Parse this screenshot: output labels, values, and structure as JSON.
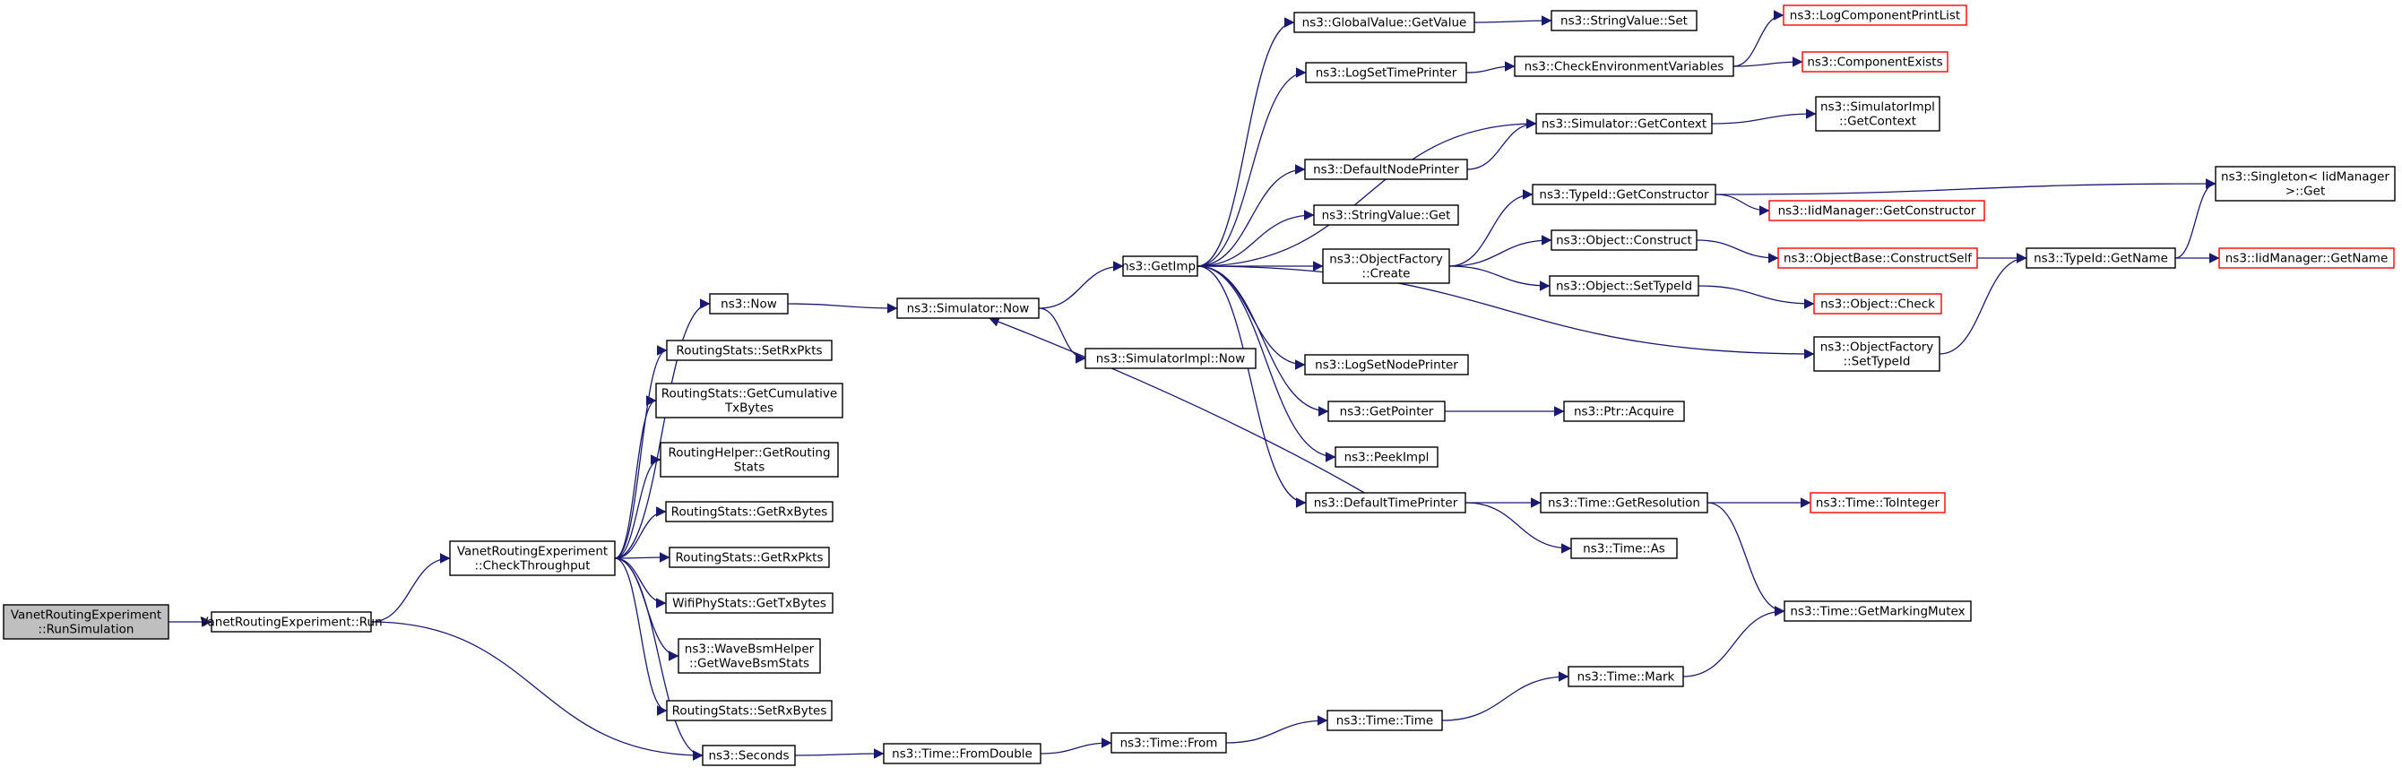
{
  "graph": {
    "edge_color": "#191970",
    "node_fill": "#ffffff",
    "root_fill": "#bfbfbf",
    "truncated_border": "#ff0000",
    "nodes": [
      {
        "id": "n0",
        "lines": [
          "VanetRoutingExperiment",
          "::RunSimulation"
        ],
        "style": "root"
      },
      {
        "id": "n1",
        "lines": [
          "VanetRoutingExperiment::Run"
        ],
        "style": "normal"
      },
      {
        "id": "n2",
        "lines": [
          "VanetRoutingExperiment",
          "::CheckThroughput"
        ],
        "style": "normal"
      },
      {
        "id": "n3",
        "lines": [
          "ns3::Seconds"
        ],
        "style": "normal"
      },
      {
        "id": "n4",
        "lines": [
          "ns3::Now"
        ],
        "style": "normal"
      },
      {
        "id": "n5",
        "lines": [
          "RoutingStats::SetRxPkts"
        ],
        "style": "normal"
      },
      {
        "id": "n6",
        "lines": [
          "RoutingStats::GetCumulative",
          "TxBytes"
        ],
        "style": "normal"
      },
      {
        "id": "n7",
        "lines": [
          "RoutingHelper::GetRouting",
          "Stats"
        ],
        "style": "normal"
      },
      {
        "id": "n8",
        "lines": [
          "RoutingStats::GetRxBytes"
        ],
        "style": "normal"
      },
      {
        "id": "n9",
        "lines": [
          "RoutingStats::GetRxPkts"
        ],
        "style": "normal"
      },
      {
        "id": "n10",
        "lines": [
          "WifiPhyStats::GetTxBytes"
        ],
        "style": "normal"
      },
      {
        "id": "n11",
        "lines": [
          "ns3::WaveBsmHelper",
          "::GetWaveBsmStats"
        ],
        "style": "normal"
      },
      {
        "id": "n12",
        "lines": [
          "RoutingStats::SetRxBytes"
        ],
        "style": "normal"
      },
      {
        "id": "n13",
        "lines": [
          "ns3::Simulator::Now"
        ],
        "style": "normal"
      },
      {
        "id": "n14",
        "lines": [
          "ns3::GetImpl"
        ],
        "style": "normal"
      },
      {
        "id": "n15",
        "lines": [
          "ns3::SimulatorImpl::Now"
        ],
        "style": "normal"
      },
      {
        "id": "n16",
        "lines": [
          "ns3::Time::FromDouble"
        ],
        "style": "normal"
      },
      {
        "id": "n17",
        "lines": [
          "ns3::Time::From"
        ],
        "style": "normal"
      },
      {
        "id": "n18",
        "lines": [
          "ns3::Time::Time"
        ],
        "style": "normal"
      },
      {
        "id": "n19",
        "lines": [
          "ns3::Time::Mark"
        ],
        "style": "normal"
      },
      {
        "id": "n20",
        "lines": [
          "ns3::GlobalValue::GetValue"
        ],
        "style": "normal"
      },
      {
        "id": "n21",
        "lines": [
          "ns3::LogSetTimePrinter"
        ],
        "style": "normal"
      },
      {
        "id": "n22",
        "lines": [
          "ns3::DefaultNodePrinter"
        ],
        "style": "normal"
      },
      {
        "id": "n23",
        "lines": [
          "ns3::StringValue::Get"
        ],
        "style": "normal"
      },
      {
        "id": "n24",
        "lines": [
          "ns3::ObjectFactory",
          "::Create"
        ],
        "style": "normal"
      },
      {
        "id": "n25",
        "lines": [
          "ns3::LogSetNodePrinter"
        ],
        "style": "normal"
      },
      {
        "id": "n26",
        "lines": [
          "ns3::GetPointer"
        ],
        "style": "normal"
      },
      {
        "id": "n27",
        "lines": [
          "ns3::PeekImpl"
        ],
        "style": "normal"
      },
      {
        "id": "n28",
        "lines": [
          "ns3::DefaultTimePrinter"
        ],
        "style": "normal"
      },
      {
        "id": "n29",
        "lines": [
          "ns3::StringValue::Set"
        ],
        "style": "normal"
      },
      {
        "id": "n30",
        "lines": [
          "ns3::CheckEnvironmentVariables"
        ],
        "style": "normal"
      },
      {
        "id": "n31",
        "lines": [
          "ns3::Simulator::GetContext"
        ],
        "style": "normal"
      },
      {
        "id": "n32",
        "lines": [
          "ns3::TypeId::GetConstructor"
        ],
        "style": "normal"
      },
      {
        "id": "n33",
        "lines": [
          "ns3::Object::Construct"
        ],
        "style": "normal"
      },
      {
        "id": "n34",
        "lines": [
          "ns3::Object::SetTypeId"
        ],
        "style": "normal"
      },
      {
        "id": "n35",
        "lines": [
          "ns3::ObjectFactory",
          "::SetTypeId"
        ],
        "style": "normal"
      },
      {
        "id": "n36",
        "lines": [
          "ns3::Ptr::Acquire"
        ],
        "style": "normal"
      },
      {
        "id": "n37",
        "lines": [
          "ns3::Time::GetResolution"
        ],
        "style": "normal"
      },
      {
        "id": "n38",
        "lines": [
          "ns3::Time::As"
        ],
        "style": "normal"
      },
      {
        "id": "n39",
        "lines": [
          "ns3::Time::GetMarkingMutex"
        ],
        "style": "normal"
      },
      {
        "id": "n40",
        "lines": [
          "ns3::LogComponentPrintList"
        ],
        "style": "truncated"
      },
      {
        "id": "n41",
        "lines": [
          "ns3::ComponentExists"
        ],
        "style": "truncated"
      },
      {
        "id": "n42",
        "lines": [
          "ns3::SimulatorImpl",
          "::GetContext"
        ],
        "style": "normal"
      },
      {
        "id": "n43",
        "lines": [
          "ns3::IidManager::GetConstructor"
        ],
        "style": "truncated"
      },
      {
        "id": "n44",
        "lines": [
          "ns3::ObjectBase::ConstructSelf"
        ],
        "style": "truncated"
      },
      {
        "id": "n45",
        "lines": [
          "ns3::Object::Check"
        ],
        "style": "truncated"
      },
      {
        "id": "n46",
        "lines": [
          "ns3::Time::ToInteger"
        ],
        "style": "truncated"
      },
      {
        "id": "n47",
        "lines": [
          "ns3::TypeId::GetName"
        ],
        "style": "normal"
      },
      {
        "id": "n48",
        "lines": [
          "ns3::Singleton< IidManager",
          " >::Get"
        ],
        "style": "normal"
      },
      {
        "id": "n49",
        "lines": [
          "ns3::IidManager::GetName"
        ],
        "style": "truncated"
      }
    ],
    "edges": [
      [
        "n0",
        "n1"
      ],
      [
        "n1",
        "n2"
      ],
      [
        "n1",
        "n3"
      ],
      [
        "n2",
        "n4"
      ],
      [
        "n2",
        "n5"
      ],
      [
        "n2",
        "n6"
      ],
      [
        "n2",
        "n7"
      ],
      [
        "n2",
        "n8"
      ],
      [
        "n2",
        "n9"
      ],
      [
        "n2",
        "n10"
      ],
      [
        "n2",
        "n11"
      ],
      [
        "n2",
        "n12"
      ],
      [
        "n2",
        "n3"
      ],
      [
        "n4",
        "n13"
      ],
      [
        "n13",
        "n14"
      ],
      [
        "n13",
        "n15"
      ],
      [
        "n28",
        "n13"
      ],
      [
        "n3",
        "n16"
      ],
      [
        "n16",
        "n17"
      ],
      [
        "n17",
        "n18"
      ],
      [
        "n18",
        "n19"
      ],
      [
        "n19",
        "n39"
      ],
      [
        "n14",
        "n20"
      ],
      [
        "n14",
        "n21"
      ],
      [
        "n14",
        "n22"
      ],
      [
        "n14",
        "n23"
      ],
      [
        "n14",
        "n24"
      ],
      [
        "n14",
        "n25"
      ],
      [
        "n14",
        "n26"
      ],
      [
        "n14",
        "n27"
      ],
      [
        "n14",
        "n28"
      ],
      [
        "n14",
        "n31"
      ],
      [
        "n14",
        "n35"
      ],
      [
        "n20",
        "n29"
      ],
      [
        "n21",
        "n30"
      ],
      [
        "n30",
        "n40"
      ],
      [
        "n30",
        "n41"
      ],
      [
        "n22",
        "n31"
      ],
      [
        "n31",
        "n42"
      ],
      [
        "n24",
        "n32"
      ],
      [
        "n24",
        "n33"
      ],
      [
        "n24",
        "n34"
      ],
      [
        "n32",
        "n43"
      ],
      [
        "n32",
        "n48"
      ],
      [
        "n33",
        "n44"
      ],
      [
        "n44",
        "n47"
      ],
      [
        "n34",
        "n45"
      ],
      [
        "n35",
        "n47"
      ],
      [
        "n47",
        "n48"
      ],
      [
        "n47",
        "n49"
      ],
      [
        "n26",
        "n36"
      ],
      [
        "n28",
        "n37"
      ],
      [
        "n28",
        "n38"
      ],
      [
        "n37",
        "n46"
      ],
      [
        "n37",
        "n39"
      ]
    ]
  }
}
